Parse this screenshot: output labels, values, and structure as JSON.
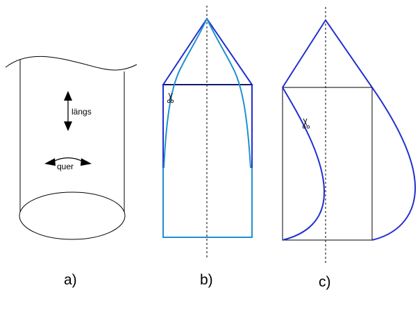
{
  "panel_a": {
    "label": "a)",
    "arrow_longitudinal_label": "längs",
    "arrow_transverse_label": "quer"
  },
  "panel_b": {
    "label": "b)"
  },
  "panel_c": {
    "label": "c)"
  },
  "colors": {
    "outline": "#000000",
    "dark_blue": "#1f2fd0",
    "light_blue": "#1f8fcf"
  },
  "icons": {
    "cut_marker": "scissors-icon"
  }
}
